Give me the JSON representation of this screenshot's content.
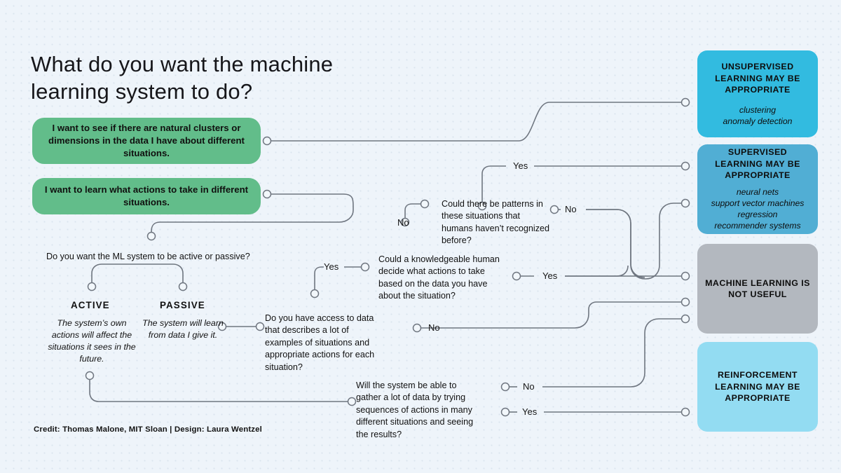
{
  "title": "What do you want the machine learning system to do?",
  "credit": "Credit: Thomas Malone, MIT Sloan | Design: Laura Wentzel",
  "inputs": [
    {
      "id": "clusters",
      "text": "I want to see if there are natural clusters or dimensions in the data I have about different situations."
    },
    {
      "id": "actions",
      "text": "I want to learn what actions to take in different situations."
    }
  ],
  "questions": {
    "active_passive": "Do you want the ML system to be active or passive?",
    "patterns": "Could there be patterns in these situations that humans haven’t recognized before?",
    "knowledgeable": "Could a knowledgeable human decide what actions to take based on the data you have about the situation?",
    "data_access": "Do you have access to data that describes a lot of examples of situations and appropriate actions for each situation?",
    "gather": "Will the system be able to gather a lot of data by trying sequences of actions in many different situations and seeing the results?"
  },
  "modes": [
    {
      "name": "ACTIVE",
      "description": "The system’s own actions will affect the situations it sees in the future."
    },
    {
      "name": "PASSIVE",
      "description": "The system will learn from data I give it."
    }
  ],
  "edge_labels": {
    "patterns_yes": "Yes",
    "patterns_no": "No",
    "know_yes_left": "Yes",
    "know_yes_right": "Yes",
    "data_no": "No",
    "gather_no": "No",
    "gather_yes": "Yes"
  },
  "outcomes": [
    {
      "id": "unsupervised",
      "heading": "UNSUPERVISED LEARNING MAY BE APPROPRIATE",
      "subtext": "clustering\nanomaly detection",
      "color": "#32bbe0"
    },
    {
      "id": "supervised",
      "heading": "SUPERVISED LEARNING MAY BE APPROPRIATE",
      "subtext": "neural nets\nsupport vector machines\nregression\nrecommender systems",
      "color": "#51aed4"
    },
    {
      "id": "not_useful",
      "heading": "MACHINE LEARNING IS NOT USEFUL",
      "subtext": "",
      "color": "#b3b8bf"
    },
    {
      "id": "reinforcement",
      "heading": "REINFORCEMENT LEARNING MAY BE APPROPRIATE",
      "subtext": "",
      "color": "#93dcf2"
    }
  ],
  "theme": {
    "background": "#eef4fa",
    "dot": "#dbe5ef",
    "green": "#62bd8a",
    "wire": "#6f7680"
  }
}
